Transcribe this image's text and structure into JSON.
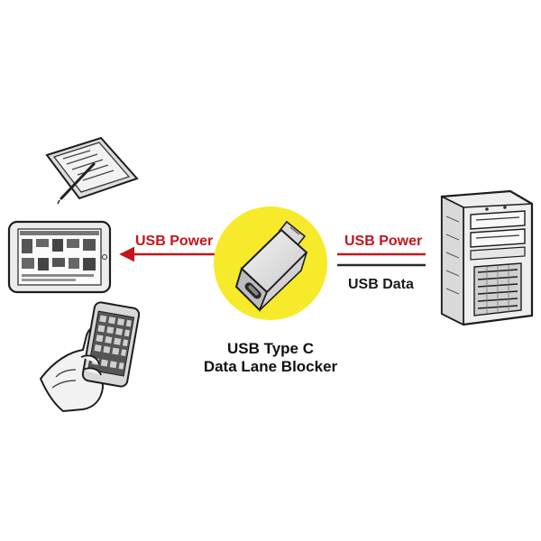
{
  "diagram": {
    "left_flow_label": "USB Power",
    "right_power_label": "USB Power",
    "right_data_label": "USB Data",
    "center_label_line1": "USB Type C",
    "center_label_line2": "Data Lane Blocker"
  },
  "colors": {
    "power_arrow": "#c4151c",
    "data_line": "#2a2a2a",
    "center_circle": "#f7ea2a",
    "sketch_ink": "#1d1d1d"
  },
  "icons": {
    "left_devices": [
      "tablet-with-stylus-icon",
      "tablet-icon",
      "smartphone-in-hand-icon"
    ],
    "right_device": "desktop-pc-tower-icon",
    "center_device": "usb-c-adapter-icon"
  }
}
